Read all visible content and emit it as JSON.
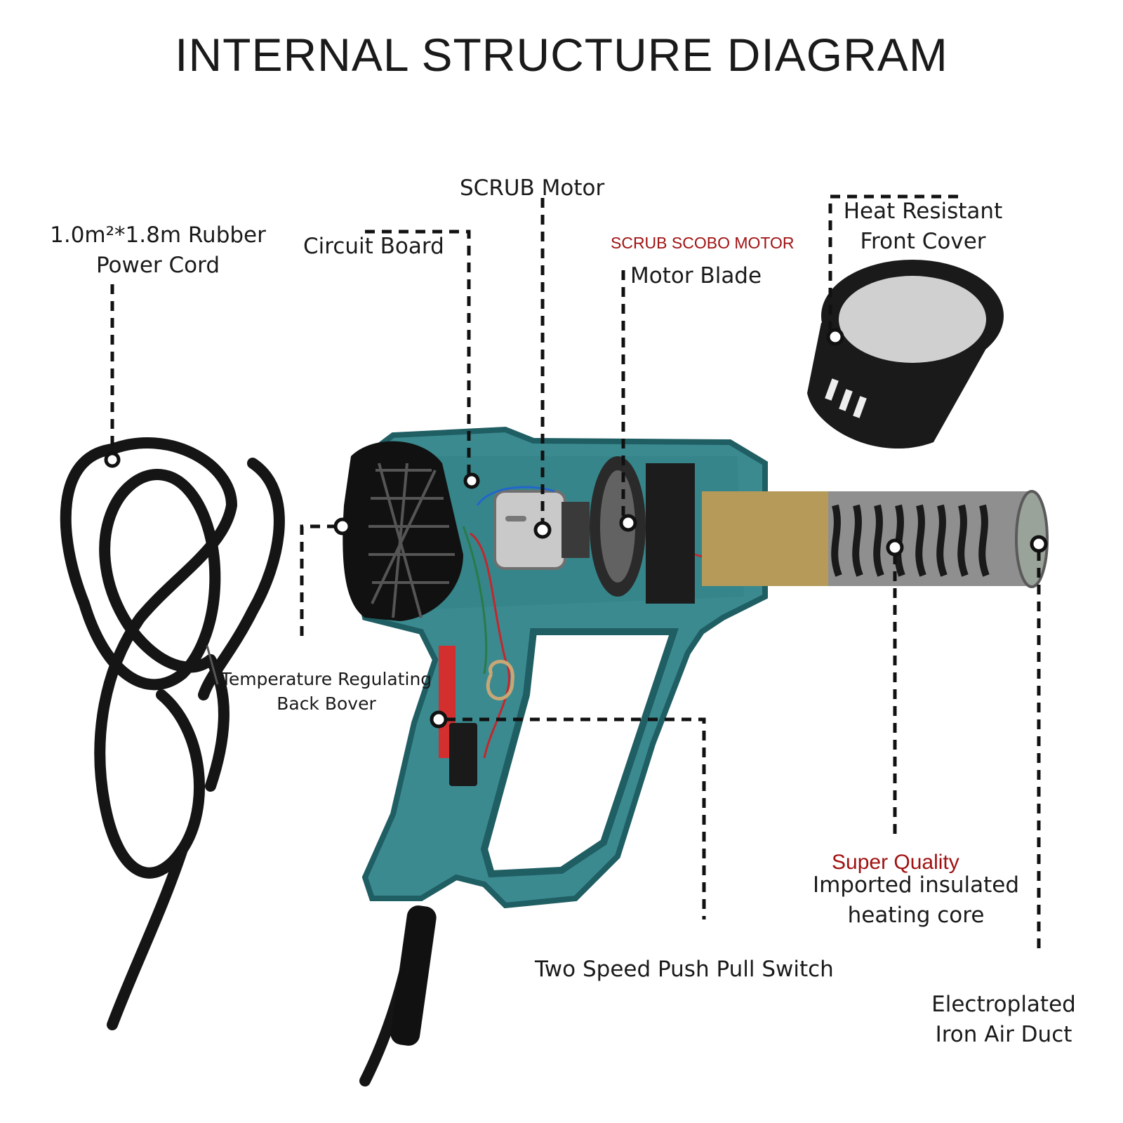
{
  "title": "INTERNAL STRUCTURE DIAGRAM",
  "labels": {
    "power_cord_l1": "1.0m²*1.8m Rubber",
    "power_cord_l2": "Power Cord",
    "circuit_board": "Circuit Board",
    "scrub_motor": "SCRUB Motor",
    "scobo_motor": "SCRUB SCOBO MOTOR",
    "motor_blade": "Motor Blade",
    "front_cover_l1": "Heat Resistant",
    "front_cover_l2": "Front Cover",
    "back_cover_l1": "Temperature Regulating",
    "back_cover_l2": "Back Bover",
    "switch": "Two Speed Push Pull Switch",
    "super_quality": "Super Quality",
    "heating_core_l1": "Imported insulated",
    "heating_core_l2": "heating core",
    "air_duct_l1": "Electroplated",
    "air_duct_l2": "Iron Air Duct"
  },
  "colors": {
    "housing": "#3b8a90",
    "housing_dark": "#1f5e63",
    "cord": "#151515",
    "accent_red": "#a01212",
    "heating_element": "#b59a5a"
  }
}
